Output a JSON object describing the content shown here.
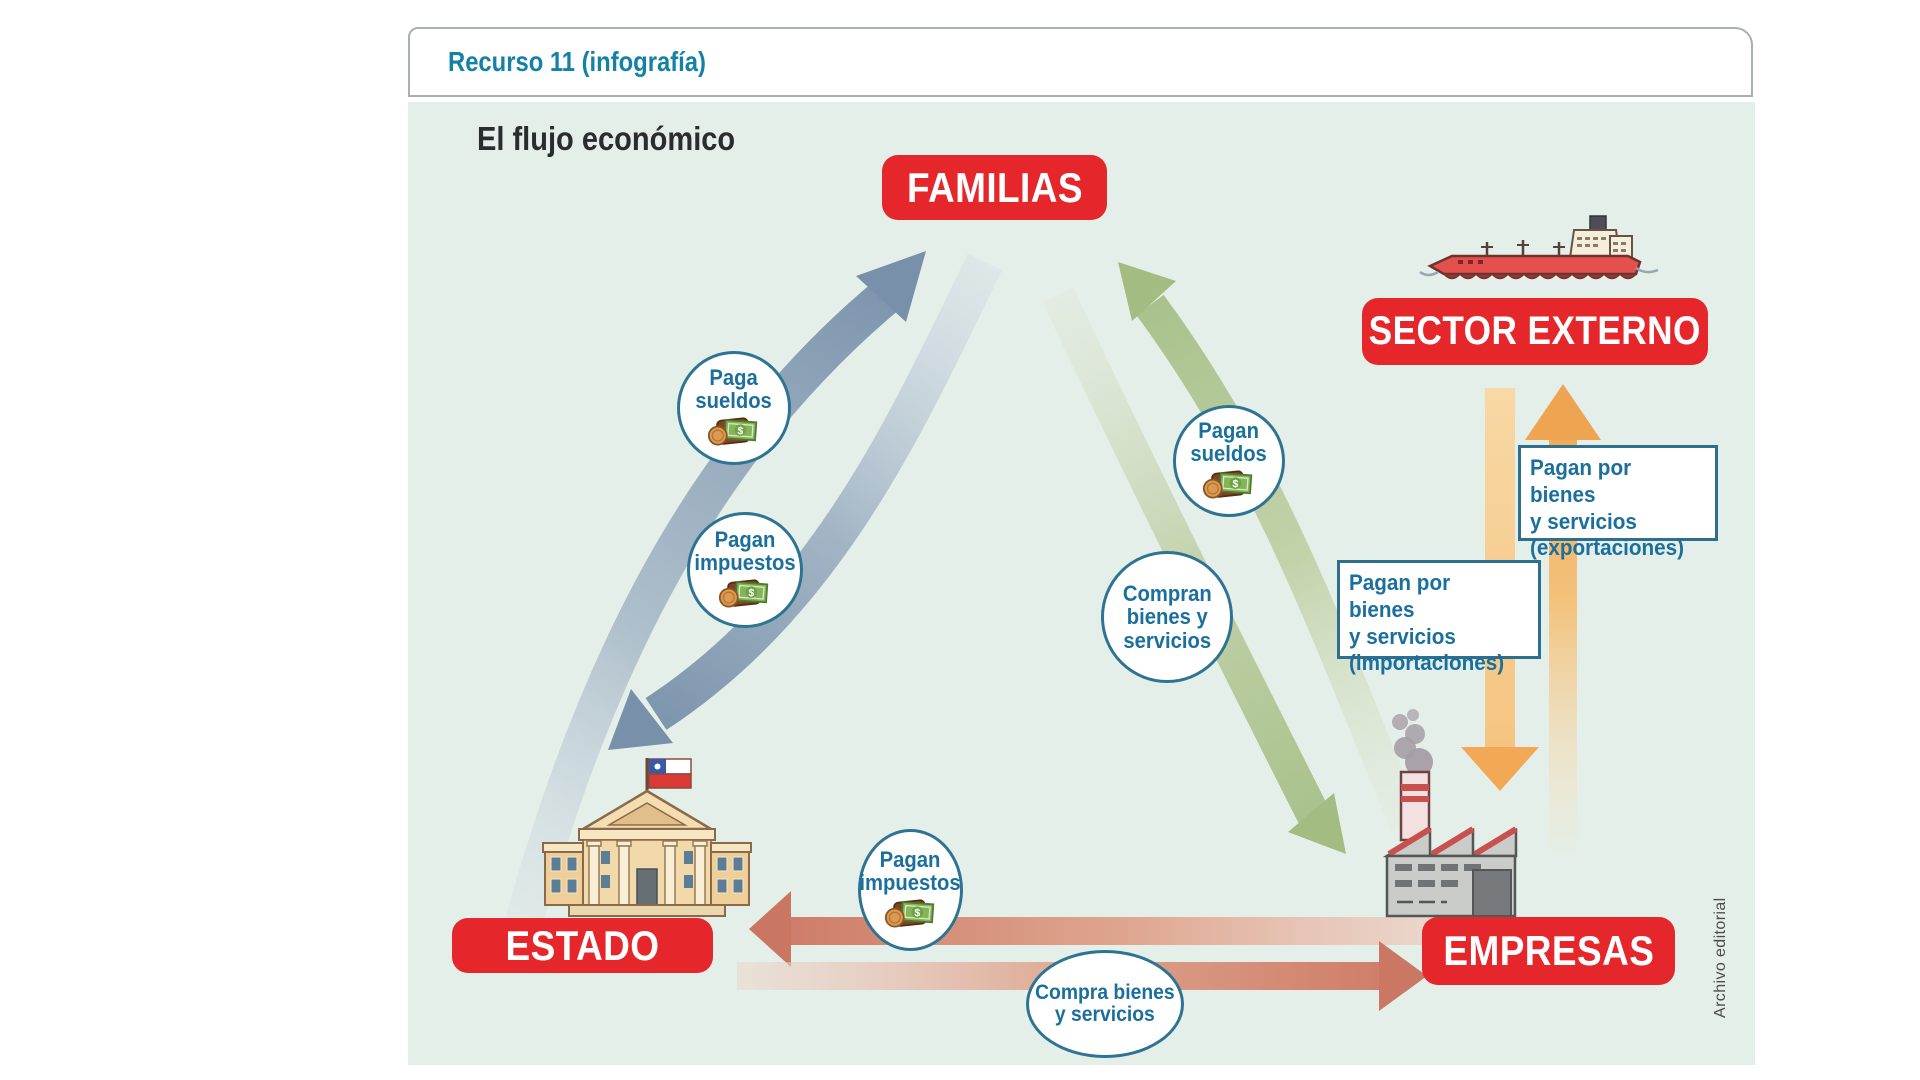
{
  "card": {
    "header_label": "Recurso 11 (infografía)"
  },
  "diagram": {
    "title": "El flujo económico",
    "credit": "Archivo editorial",
    "nodes": {
      "familias": "FAMILIAS",
      "sector_externo": "SECTOR EXTERNO",
      "estado": "ESTADO",
      "empresas": "EMPRESAS"
    },
    "flow_labels": {
      "paga_sueldos": "Paga\nsueldos",
      "pagan_impuestos_familias": "Pagan\nimpuestos",
      "pagan_sueldos": "Pagan\nsueldos",
      "compran_bienes": "Compran\nbienes y\nservicios",
      "pagan_impuestos_empresas": "Pagan\nimpuestos",
      "compra_bienes": "Compra bienes\ny servicios",
      "exportaciones": "Pagan por bienes\ny servicios\n(exportaciones)",
      "importaciones": "Pagan por bienes\ny servicios\n(importaciones)"
    },
    "icons": {
      "money": "money-icon",
      "estado": "government-building-icon",
      "empresas": "factory-icon",
      "sector_externo": "cargo-ship-icon"
    },
    "colors": {
      "node_red": "#e5262b",
      "label_teal": "#1b6f9c",
      "header_teal": "#1581a7",
      "arrow_blue": "#7e96ae",
      "arrow_green": "#a9c28c",
      "arrow_orange": "#f0ab58",
      "arrow_salmon": "#ce7d69",
      "canvas_mint": "#e4efe9"
    }
  }
}
